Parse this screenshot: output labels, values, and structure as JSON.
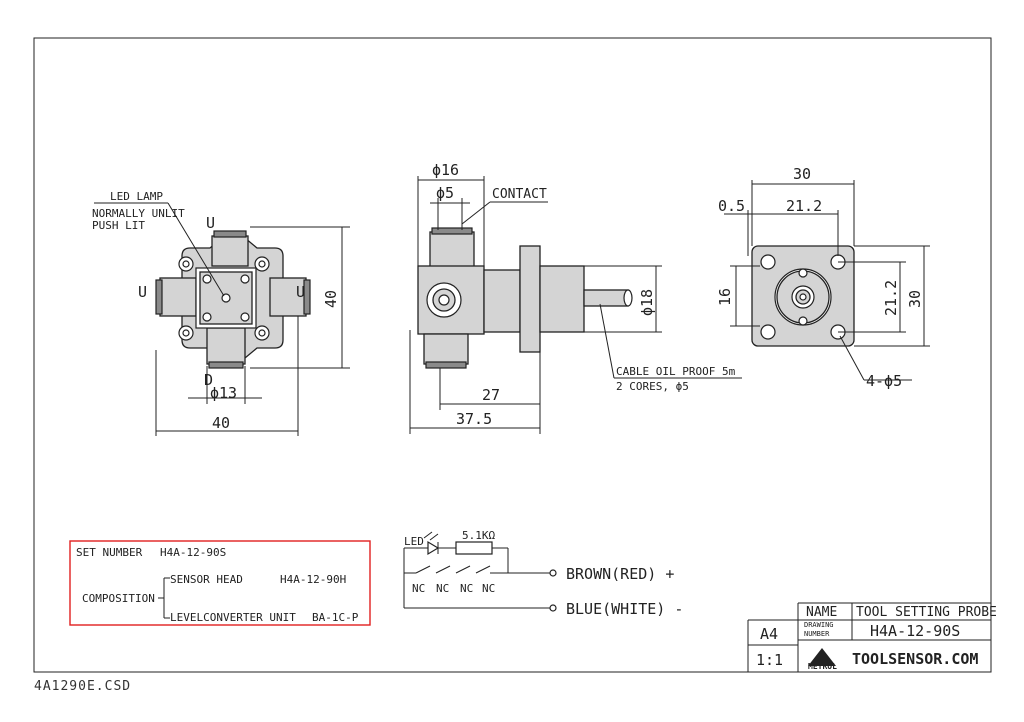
{
  "views": {
    "front": {
      "led_lamp": "LED LAMP",
      "normally_unlit": "NORMALLY UNLIT",
      "push_lit": "PUSH LIT",
      "dir_u_top": "U",
      "dir_u_left": "U",
      "dir_u_right": "U",
      "dir_d": "D",
      "dim_phi13": "ϕ13",
      "dim_width": "40",
      "dim_height": "40"
    },
    "side": {
      "dim_phi16": "ϕ16",
      "dim_phi5": "ϕ5",
      "contact": "CONTACT",
      "dim_phi18": "ϕ18",
      "cable_line1": "CABLE OIL PROOF 5m",
      "cable_line2": "2 CORES, ϕ5",
      "dim_27": "27",
      "dim_37_5": "37.5"
    },
    "back": {
      "dim_30_top": "30",
      "dim_0_5": "0.5",
      "dim_21_2_top": "21.2",
      "dim_16": "16",
      "dim_21_2_right": "21.2",
      "dim_30_right": "30",
      "holes": "4-ϕ5"
    }
  },
  "set_box": {
    "set_number_label": "SET NUMBER",
    "set_number_value": "H4A-12-90S",
    "composition_label": "COMPOSITION",
    "sensor_head_label": "SENSOR HEAD",
    "sensor_head_value": "H4A-12-90H",
    "converter_label": "LEVELCONVERTER UNIT",
    "converter_value": "BA-1C-P"
  },
  "circuit": {
    "led": "LED",
    "resistor": "5.1KΩ",
    "nc1": "NC",
    "nc2": "NC",
    "nc3": "NC",
    "nc4": "NC",
    "brown": "BROWN(RED) +",
    "blue": "BLUE(WHITE) -"
  },
  "title_block": {
    "name_label": "NAME",
    "name_value": "TOOL SETTING PROBE",
    "drawing_label_1": "DRAWING",
    "drawing_label_2": "NUMBER",
    "drawing_value": "H4A-12-90S",
    "size": "A4",
    "scale": "1:1",
    "logo_text": "METROL",
    "brand": "TOOLSENSOR.COM"
  },
  "file_name": "4A1290E.CSD",
  "colors": {
    "set_box_border": "#e02020",
    "ink": "#222222"
  }
}
